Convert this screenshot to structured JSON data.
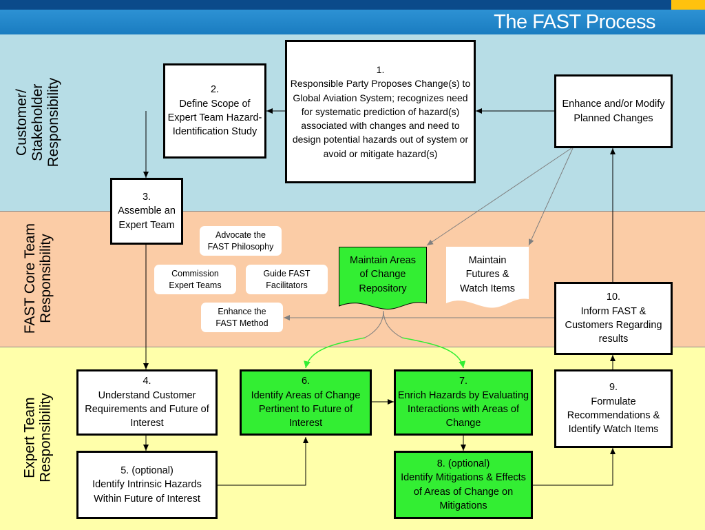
{
  "header": {
    "title": "The FAST Process"
  },
  "lanes": {
    "customer": "Customer/\nStakeholder\nResponsibility",
    "core": "FAST Core Team\nResponsibility",
    "expert": "Expert Team\nResponsibility"
  },
  "boxes": {
    "b1": "1.\nResponsible Party Proposes Change(s) to Global Aviation System; recognizes need for systematic prediction of hazard(s) associated with changes and need to design potential hazards out of system or avoid or mitigate hazard(s)",
    "b2": "2.\nDefine Scope of Expert Team Hazard-Identification Study",
    "enhance": "Enhance and/or Modify Planned Changes",
    "b3": "3.\nAssemble an Expert Team",
    "b10": "10.\nInform FAST & Customers Regarding results",
    "b4": "4.\nUnderstand Customer Requirements and Future of Interest",
    "b5": "5. (optional)\nIdentify Intrinsic Hazards Within Future of Interest",
    "b6": "6.\nIdentify Areas of Change Pertinent to Future of Interest",
    "b7": "7.\nEnrich Hazards by Evaluating Interactions with Areas of Change",
    "b8": "8. (optional)\nIdentify Mitigations & Effects of Areas of Change on Mitigations",
    "b9": "9.\nFormulate Recommendations & Identify Watch Items"
  },
  "pills": {
    "advocate": "Advocate the\nFAST Philosophy",
    "commission": "Commission\nExpert Teams",
    "guide": "Guide FAST\nFacilitators",
    "enhance_method": "Enhance the\nFAST Method"
  },
  "docs": {
    "repository": "Maintain Areas\nof Change\nRepository",
    "futures": "Maintain\nFutures &\nWatch Items"
  },
  "colors": {
    "customer_lane": "#b7dde6",
    "core_lane": "#fbcca6",
    "expert_lane": "#ffffaa",
    "green_step": "#33ee33",
    "header_blue": "#1a7cc0",
    "accent_yellow": "#ffc20e"
  }
}
